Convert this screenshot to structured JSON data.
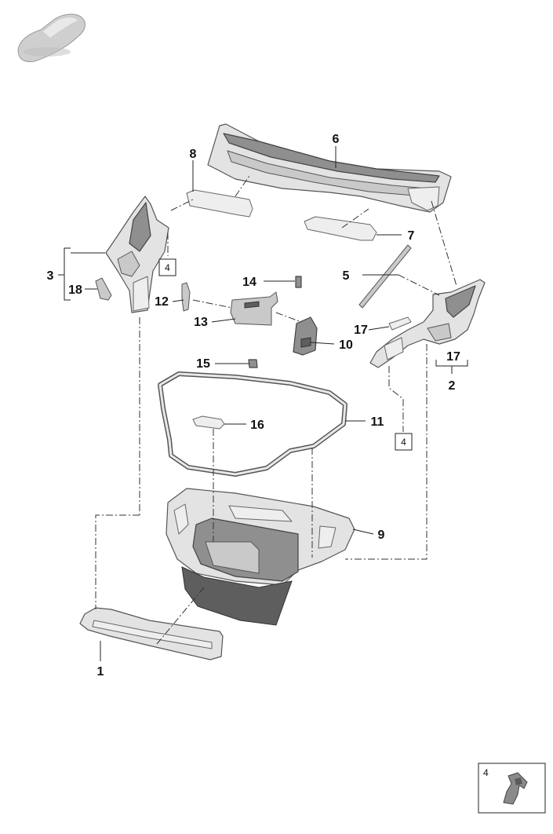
{
  "callouts": {
    "c1": "1",
    "c2": "2",
    "c3": "3",
    "c4a": "4",
    "c4b": "4",
    "c5": "5",
    "c6": "6",
    "c7": "7",
    "c8": "8",
    "c9": "9",
    "c10": "10",
    "c11": "11",
    "c12": "12",
    "c13": "13",
    "c14": "14",
    "c15": "15",
    "c16": "16",
    "c17a": "17",
    "c17b": "17",
    "c18": "18"
  },
  "detail_box": {
    "label": "4"
  },
  "icons": {
    "car": "car-silhouette-icon",
    "clip": "clip-icon"
  }
}
